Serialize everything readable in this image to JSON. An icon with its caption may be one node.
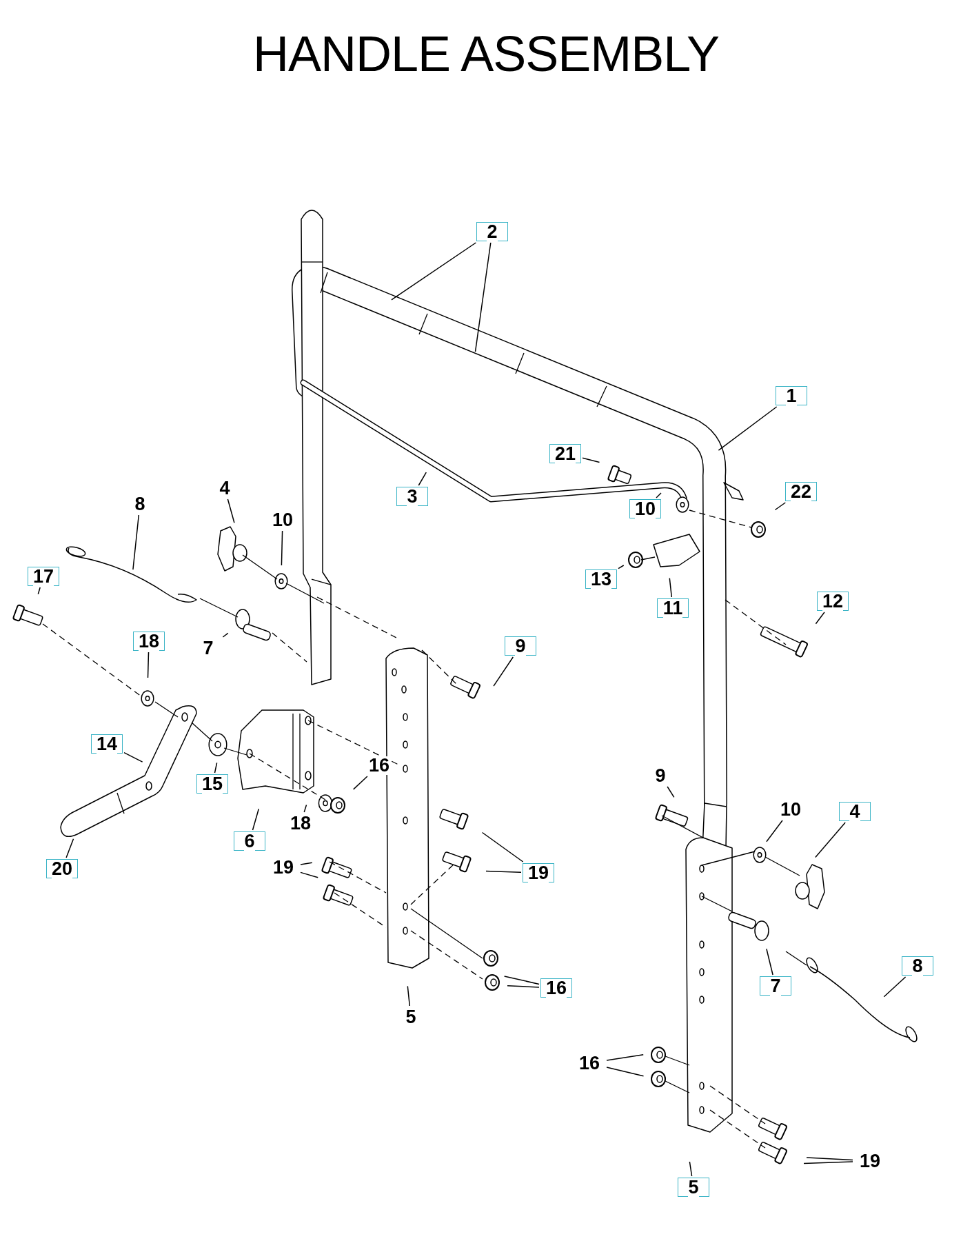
{
  "diagram": {
    "title": "HANDLE ASSEMBLY",
    "nodes": [
      {
        "text": [
          "2"
        ]
      },
      {
        "text": [
          "1"
        ]
      },
      {
        "text": [
          "21"
        ]
      },
      {
        "text": [
          "3"
        ]
      },
      {
        "text": [
          "10"
        ]
      },
      {
        "text": [
          "22"
        ]
      },
      {
        "text": [
          "4"
        ]
      },
      {
        "text": [
          "10"
        ]
      },
      {
        "text": [
          "8"
        ]
      },
      {
        "text": [
          "17"
        ]
      },
      {
        "text": [
          "13"
        ]
      },
      {
        "text": [
          "11"
        ]
      },
      {
        "text": [
          "12"
        ]
      },
      {
        "text": [
          "18"
        ]
      },
      {
        "text": [
          "7"
        ]
      },
      {
        "text": [
          "9"
        ]
      },
      {
        "text": [
          "14"
        ]
      },
      {
        "text": [
          "15"
        ]
      },
      {
        "text": [
          "16"
        ]
      },
      {
        "text": [
          "18"
        ]
      },
      {
        "text": [
          "6"
        ]
      },
      {
        "text": [
          "20"
        ]
      },
      {
        "text": [
          "19"
        ]
      },
      {
        "text": [
          "19"
        ]
      },
      {
        "text": [
          "16"
        ]
      },
      {
        "text": [
          "5"
        ]
      },
      {
        "text": [
          "9"
        ]
      },
      {
        "text": [
          "10"
        ]
      },
      {
        "text": [
          "4"
        ]
      },
      {
        "text": [
          "7"
        ]
      },
      {
        "text": [
          "8"
        ]
      },
      {
        "text": [
          "16"
        ]
      },
      {
        "text": [
          "19"
        ]
      },
      {
        "text": [
          "5"
        ]
      }
    ],
    "edges": [
      {
        "from": 0,
        "to": null,
        "arrow": "none"
      },
      {
        "from": 0,
        "to": null,
        "arrow": "none"
      },
      {
        "from": 1,
        "to": null,
        "arrow": "none"
      },
      {
        "from": 2,
        "to": null,
        "arrow": "none"
      },
      {
        "from": 3,
        "to": null,
        "arrow": "none"
      },
      {
        "from": 4,
        "to": null,
        "arrow": "none"
      },
      {
        "from": 5,
        "to": null,
        "arrow": "none"
      },
      {
        "from": 6,
        "to": null,
        "arrow": "none"
      },
      {
        "from": 7,
        "to": null,
        "arrow": "none"
      },
      {
        "from": 8,
        "to": null,
        "arrow": "none"
      },
      {
        "from": 9,
        "to": null,
        "arrow": "none"
      },
      {
        "from": 10,
        "to": null,
        "arrow": "none"
      },
      {
        "from": 11,
        "to": null,
        "arrow": "none"
      },
      {
        "from": 12,
        "to": null,
        "arrow": "none"
      },
      {
        "from": 13,
        "to": null,
        "arrow": "none"
      },
      {
        "from": 14,
        "to": null,
        "arrow": "none"
      },
      {
        "from": 15,
        "to": null,
        "arrow": "none"
      },
      {
        "from": 16,
        "to": null,
        "arrow": "none"
      },
      {
        "from": 17,
        "to": null,
        "arrow": "none"
      },
      {
        "from": 18,
        "to": null,
        "arrow": "none"
      },
      {
        "from": 19,
        "to": null,
        "arrow": "none"
      },
      {
        "from": 20,
        "to": null,
        "arrow": "none"
      },
      {
        "from": 21,
        "to": null,
        "arrow": "none"
      },
      {
        "from": 22,
        "to": null,
        "arrow": "none"
      },
      {
        "from": 22,
        "to": null,
        "arrow": "none"
      },
      {
        "from": 23,
        "to": null,
        "arrow": "none"
      },
      {
        "from": 23,
        "to": null,
        "arrow": "none"
      },
      {
        "from": 24,
        "to": null,
        "arrow": "none"
      },
      {
        "from": 24,
        "to": null,
        "arrow": "none"
      },
      {
        "from": 25,
        "to": null,
        "arrow": "none"
      },
      {
        "from": 26,
        "to": null,
        "arrow": "none"
      },
      {
        "from": 27,
        "to": null,
        "arrow": "none"
      },
      {
        "from": 28,
        "to": null,
        "arrow": "none"
      },
      {
        "from": 29,
        "to": null,
        "arrow": "none"
      },
      {
        "from": 30,
        "to": null,
        "arrow": "none"
      },
      {
        "from": 31,
        "to": null,
        "arrow": "none"
      },
      {
        "from": 31,
        "to": null,
        "arrow": "none"
      },
      {
        "from": 32,
        "to": null,
        "arrow": "none"
      },
      {
        "from": 32,
        "to": null,
        "arrow": "none"
      },
      {
        "from": 33,
        "to": null,
        "arrow": "none"
      }
    ]
  }
}
